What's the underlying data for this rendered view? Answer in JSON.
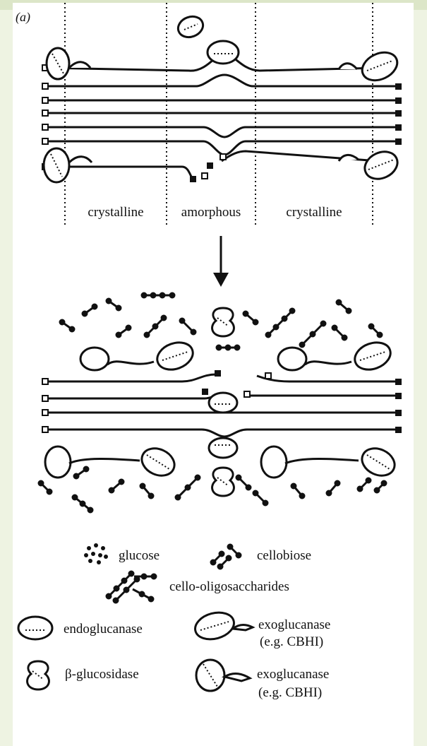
{
  "panel_label": "(a)",
  "regions": [
    "crystalline",
    "amorphous",
    "crystalline"
  ],
  "legend": {
    "glucose": "glucose",
    "cellobiose": "cellobiose",
    "oligo": "cello-oligosaccharides",
    "endo": "endoglucanase",
    "exo1_line1": "exoglucanase",
    "exo1_line2": "(e.g. CBHI)",
    "bgluc": "β-glucosidase",
    "exo2_line1": "exoglucanase",
    "exo2_line2": "(e.g. CBHI)"
  },
  "colors": {
    "ink": "#111111",
    "page": "#eef3e2",
    "panel": "#ffffff"
  }
}
